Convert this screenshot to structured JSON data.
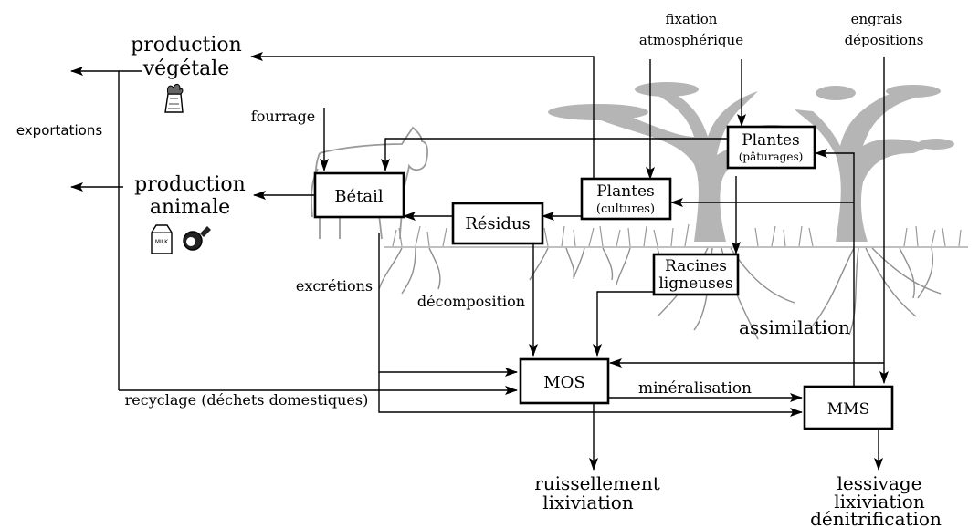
{
  "labels": {
    "production_vegetale_1": "production",
    "production_vegetale_2": "végétale",
    "production_animale_1": "production",
    "production_animale_2": "animale",
    "exportations": "exportations",
    "fourrage": "fourrage",
    "fixation_1": "fixation",
    "fixation_2": "atmosphérique",
    "engrais_1": "engrais",
    "engrais_2": "dépositions",
    "excretions": "excrétions",
    "decomposition": "décomposition",
    "assimilation": "assimilation",
    "mineralisation": "minéralisation",
    "recyclage": "recyclage (déchets domestiques)",
    "ruissellement_1": "ruissellement",
    "ruissellement_2": "lixiviation",
    "lessivage_1": "lessivage",
    "lessivage_2": "lixiviation",
    "lessivage_3": "dénitrification",
    "milk": "MILK"
  },
  "boxes": {
    "betail": "Bétail",
    "residus": "Résidus",
    "plantes_cultures_1": "Plantes",
    "plantes_cultures_2": "(cultures)",
    "plantes_paturages_1": "Plantes",
    "plantes_paturages_2": "(pâturages)",
    "racines_1": "Racines",
    "racines_2": "ligneuses",
    "mos": "MOS",
    "mms": "MMS"
  },
  "icons": [
    "grain-sack-icon",
    "milk-carton-icon",
    "ham-icon",
    "cow-icon",
    "tree-icon"
  ]
}
